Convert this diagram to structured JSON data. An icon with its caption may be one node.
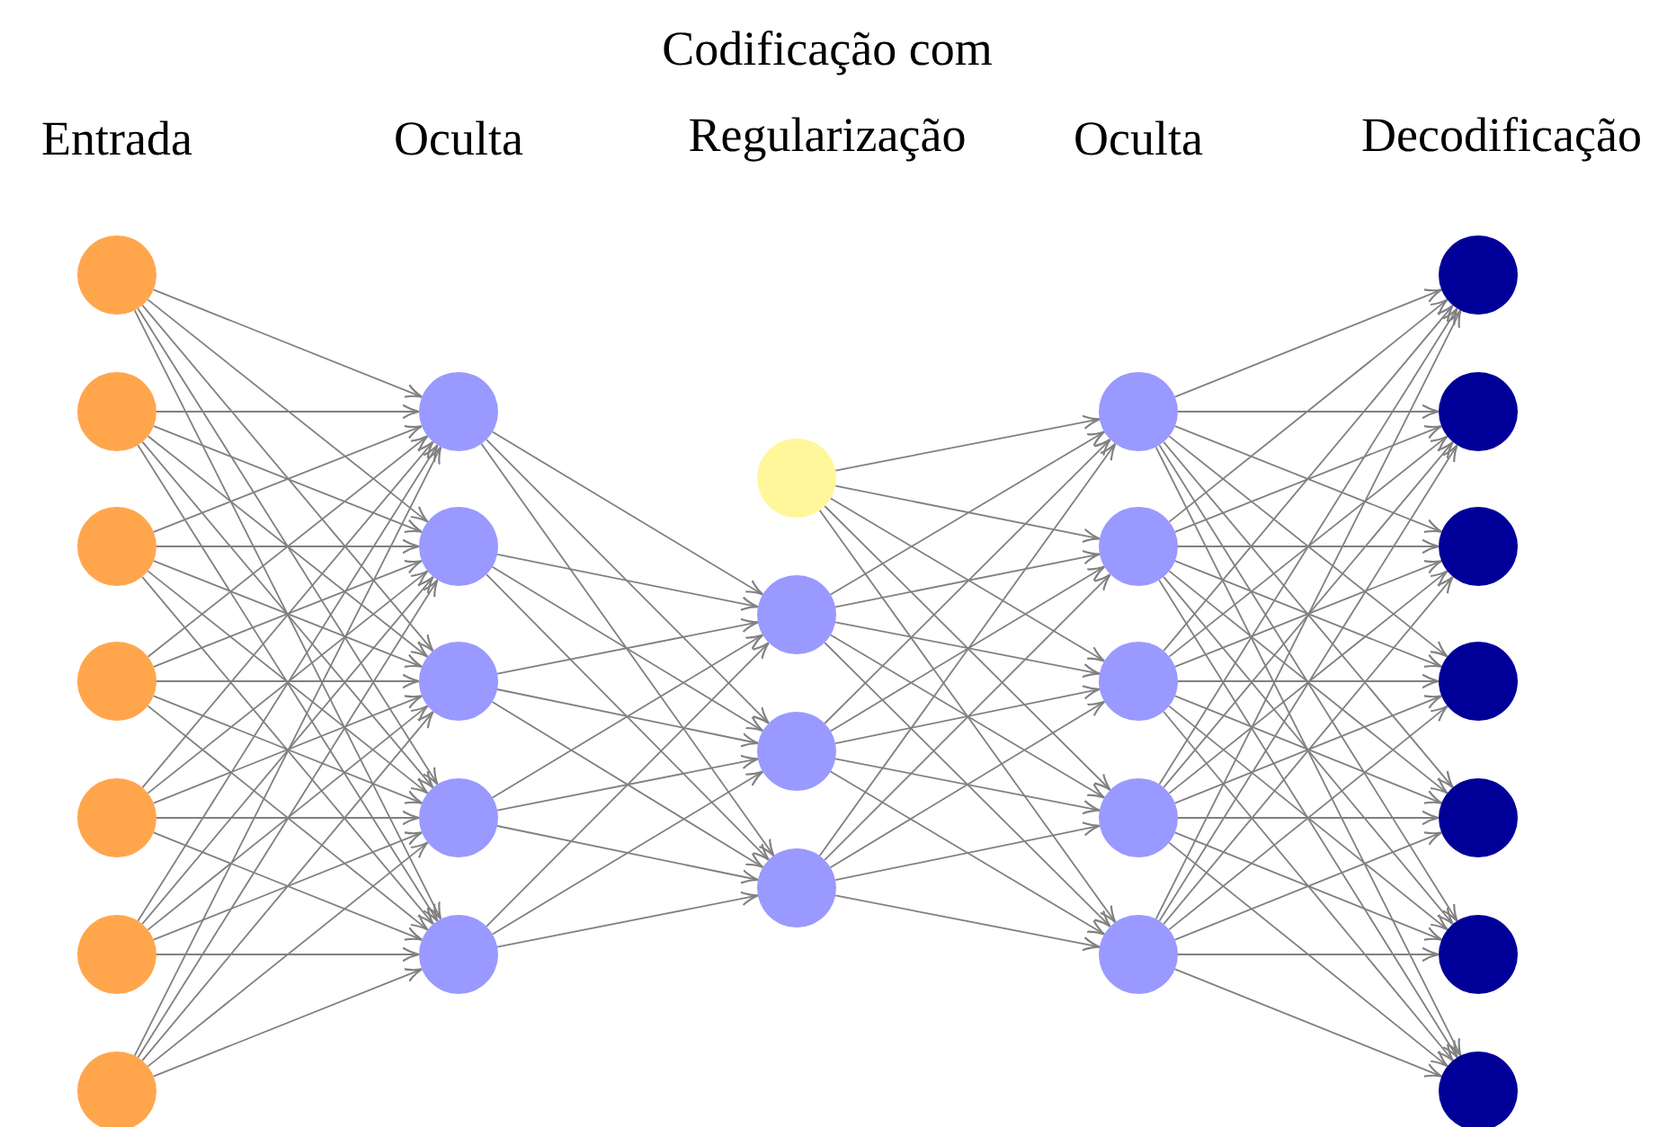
{
  "diagram": {
    "nodes": [
      {
        "text": [],
        "shape": "circle"
      },
      {
        "text": [],
        "shape": "circle"
      },
      {
        "text": [],
        "shape": "circle"
      },
      {
        "text": [],
        "shape": "circle"
      },
      {
        "text": [],
        "shape": "circle"
      },
      {
        "text": [],
        "shape": "circle"
      },
      {
        "text": [],
        "shape": "circle"
      },
      {
        "text": [],
        "shape": "circle"
      },
      {
        "text": [],
        "shape": "circle"
      },
      {
        "text": [],
        "shape": "circle"
      },
      {
        "text": [],
        "shape": "circle"
      },
      {
        "text": [],
        "shape": "circle"
      },
      {
        "text": [],
        "shape": "circle"
      },
      {
        "text": [],
        "shape": "circle"
      },
      {
        "text": [],
        "shape": "circle"
      },
      {
        "text": [],
        "shape": "circle"
      },
      {
        "text": [],
        "shape": "circle"
      },
      {
        "text": [],
        "shape": "circle"
      },
      {
        "text": [],
        "shape": "circle"
      },
      {
        "text": [],
        "shape": "circle"
      },
      {
        "text": [],
        "shape": "circle"
      },
      {
        "text": [],
        "shape": "circle"
      },
      {
        "text": [],
        "shape": "circle"
      },
      {
        "text": [],
        "shape": "circle"
      },
      {
        "text": [],
        "shape": "circle"
      },
      {
        "text": [],
        "shape": "circle"
      },
      {
        "text": [],
        "shape": "circle"
      },
      {
        "text": [],
        "shape": "circle"
      }
    ],
    "edges": [
      {
        "from": 0,
        "to": 7,
        "arrow": "to"
      },
      {
        "from": 0,
        "to": 8,
        "arrow": "to"
      },
      {
        "from": 0,
        "to": 9,
        "arrow": "to"
      },
      {
        "from": 0,
        "to": 10,
        "arrow": "to"
      },
      {
        "from": 0,
        "to": 11,
        "arrow": "to"
      },
      {
        "from": 1,
        "to": 7,
        "arrow": "to"
      },
      {
        "from": 1,
        "to": 8,
        "arrow": "to"
      },
      {
        "from": 1,
        "to": 9,
        "arrow": "to"
      },
      {
        "from": 1,
        "to": 10,
        "arrow": "to"
      },
      {
        "from": 1,
        "to": 11,
        "arrow": "to"
      },
      {
        "from": 2,
        "to": 7,
        "arrow": "to"
      },
      {
        "from": 2,
        "to": 8,
        "arrow": "to"
      },
      {
        "from": 2,
        "to": 9,
        "arrow": "to"
      },
      {
        "from": 2,
        "to": 10,
        "arrow": "to"
      },
      {
        "from": 2,
        "to": 11,
        "arrow": "to"
      },
      {
        "from": 3,
        "to": 7,
        "arrow": "to"
      },
      {
        "from": 3,
        "to": 8,
        "arrow": "to"
      },
      {
        "from": 3,
        "to": 9,
        "arrow": "to"
      },
      {
        "from": 3,
        "to": 10,
        "arrow": "to"
      },
      {
        "from": 3,
        "to": 11,
        "arrow": "to"
      },
      {
        "from": 4,
        "to": 7,
        "arrow": "to"
      },
      {
        "from": 4,
        "to": 8,
        "arrow": "to"
      },
      {
        "from": 4,
        "to": 9,
        "arrow": "to"
      },
      {
        "from": 4,
        "to": 10,
        "arrow": "to"
      },
      {
        "from": 4,
        "to": 11,
        "arrow": "to"
      },
      {
        "from": 5,
        "to": 7,
        "arrow": "to"
      },
      {
        "from": 5,
        "to": 8,
        "arrow": "to"
      },
      {
        "from": 5,
        "to": 9,
        "arrow": "to"
      },
      {
        "from": 5,
        "to": 10,
        "arrow": "to"
      },
      {
        "from": 5,
        "to": 11,
        "arrow": "to"
      },
      {
        "from": 6,
        "to": 7,
        "arrow": "to"
      },
      {
        "from": 6,
        "to": 8,
        "arrow": "to"
      },
      {
        "from": 6,
        "to": 9,
        "arrow": "to"
      },
      {
        "from": 6,
        "to": 10,
        "arrow": "to"
      },
      {
        "from": 6,
        "to": 11,
        "arrow": "to"
      },
      {
        "from": 7,
        "to": 13,
        "arrow": "to"
      },
      {
        "from": 7,
        "to": 14,
        "arrow": "to"
      },
      {
        "from": 7,
        "to": 15,
        "arrow": "to"
      },
      {
        "from": 8,
        "to": 13,
        "arrow": "to"
      },
      {
        "from": 8,
        "to": 14,
        "arrow": "to"
      },
      {
        "from": 8,
        "to": 15,
        "arrow": "to"
      },
      {
        "from": 9,
        "to": 13,
        "arrow": "to"
      },
      {
        "from": 9,
        "to": 14,
        "arrow": "to"
      },
      {
        "from": 9,
        "to": 15,
        "arrow": "to"
      },
      {
        "from": 10,
        "to": 13,
        "arrow": "to"
      },
      {
        "from": 10,
        "to": 14,
        "arrow": "to"
      },
      {
        "from": 10,
        "to": 15,
        "arrow": "to"
      },
      {
        "from": 11,
        "to": 13,
        "arrow": "to"
      },
      {
        "from": 11,
        "to": 14,
        "arrow": "to"
      },
      {
        "from": 11,
        "to": 15,
        "arrow": "to"
      },
      {
        "from": 12,
        "to": 16,
        "arrow": "to"
      },
      {
        "from": 12,
        "to": 17,
        "arrow": "to"
      },
      {
        "from": 12,
        "to": 18,
        "arrow": "to"
      },
      {
        "from": 12,
        "to": 19,
        "arrow": "to"
      },
      {
        "from": 12,
        "to": 20,
        "arrow": "to"
      },
      {
        "from": 13,
        "to": 16,
        "arrow": "to"
      },
      {
        "from": 13,
        "to": 17,
        "arrow": "to"
      },
      {
        "from": 13,
        "to": 18,
        "arrow": "to"
      },
      {
        "from": 13,
        "to": 19,
        "arrow": "to"
      },
      {
        "from": 13,
        "to": 20,
        "arrow": "to"
      },
      {
        "from": 14,
        "to": 16,
        "arrow": "to"
      },
      {
        "from": 14,
        "to": 17,
        "arrow": "to"
      },
      {
        "from": 14,
        "to": 18,
        "arrow": "to"
      },
      {
        "from": 14,
        "to": 19,
        "arrow": "to"
      },
      {
        "from": 14,
        "to": 20,
        "arrow": "to"
      },
      {
        "from": 15,
        "to": 16,
        "arrow": "to"
      },
      {
        "from": 15,
        "to": 17,
        "arrow": "to"
      },
      {
        "from": 15,
        "to": 18,
        "arrow": "to"
      },
      {
        "from": 15,
        "to": 19,
        "arrow": "to"
      },
      {
        "from": 15,
        "to": 20,
        "arrow": "to"
      },
      {
        "from": 16,
        "to": 21,
        "arrow": "to"
      },
      {
        "from": 16,
        "to": 22,
        "arrow": "to"
      },
      {
        "from": 16,
        "to": 23,
        "arrow": "to"
      },
      {
        "from": 16,
        "to": 24,
        "arrow": "to"
      },
      {
        "from": 16,
        "to": 25,
        "arrow": "to"
      },
      {
        "from": 16,
        "to": 26,
        "arrow": "to"
      },
      {
        "from": 16,
        "to": 27,
        "arrow": "to"
      },
      {
        "from": 17,
        "to": 21,
        "arrow": "to"
      },
      {
        "from": 17,
        "to": 22,
        "arrow": "to"
      },
      {
        "from": 17,
        "to": 23,
        "arrow": "to"
      },
      {
        "from": 17,
        "to": 24,
        "arrow": "to"
      },
      {
        "from": 17,
        "to": 25,
        "arrow": "to"
      },
      {
        "from": 17,
        "to": 26,
        "arrow": "to"
      },
      {
        "from": 17,
        "to": 27,
        "arrow": "to"
      },
      {
        "from": 18,
        "to": 21,
        "arrow": "to"
      },
      {
        "from": 18,
        "to": 22,
        "arrow": "to"
      },
      {
        "from": 18,
        "to": 23,
        "arrow": "to"
      },
      {
        "from": 18,
        "to": 24,
        "arrow": "to"
      },
      {
        "from": 18,
        "to": 25,
        "arrow": "to"
      },
      {
        "from": 18,
        "to": 26,
        "arrow": "to"
      },
      {
        "from": 18,
        "to": 27,
        "arrow": "to"
      },
      {
        "from": 19,
        "to": 21,
        "arrow": "to"
      },
      {
        "from": 19,
        "to": 22,
        "arrow": "to"
      },
      {
        "from": 19,
        "to": 23,
        "arrow": "to"
      },
      {
        "from": 19,
        "to": 24,
        "arrow": "to"
      },
      {
        "from": 19,
        "to": 25,
        "arrow": "to"
      },
      {
        "from": 19,
        "to": 26,
        "arrow": "to"
      },
      {
        "from": 19,
        "to": 27,
        "arrow": "to"
      },
      {
        "from": 20,
        "to": 21,
        "arrow": "to"
      },
      {
        "from": 20,
        "to": 22,
        "arrow": "to"
      },
      {
        "from": 20,
        "to": 23,
        "arrow": "to"
      },
      {
        "from": 20,
        "to": 24,
        "arrow": "to"
      },
      {
        "from": 20,
        "to": 25,
        "arrow": "to"
      },
      {
        "from": 20,
        "to": 26,
        "arrow": "to"
      },
      {
        "from": 20,
        "to": 27,
        "arrow": "to"
      }
    ],
    "labels": [
      "Entrada",
      "Oculta",
      "Codificação com Regularização",
      "Oculta",
      "Decodificação"
    ]
  }
}
